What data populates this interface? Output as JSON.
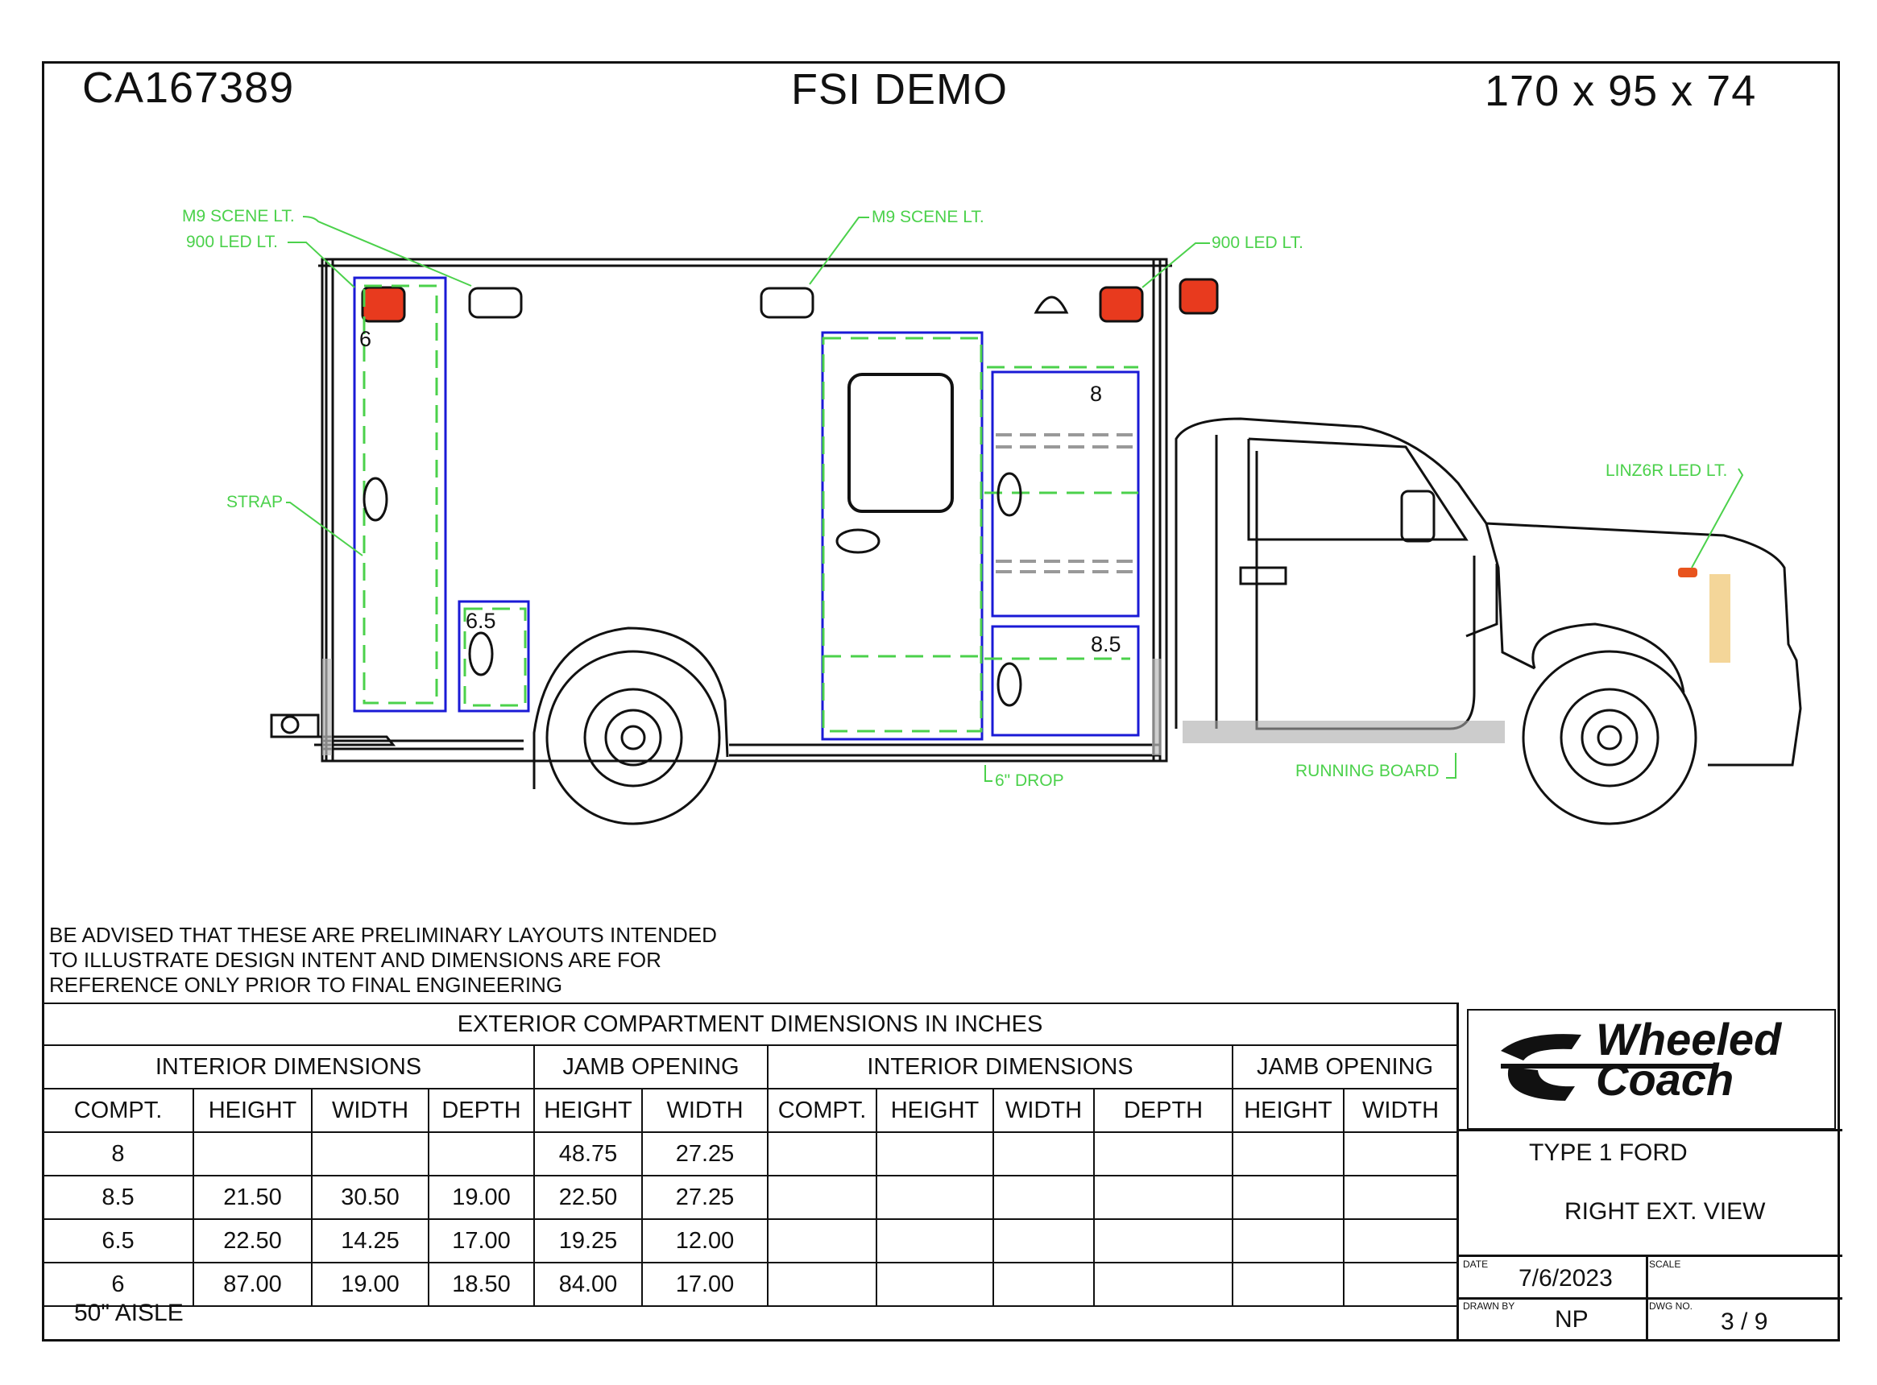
{
  "header": {
    "job_number": "CA167389",
    "customer": "FSI DEMO",
    "body_size": "170 x 95 x 74"
  },
  "callouts": {
    "m9_scene_left": "M9 SCENE LT.",
    "led900_left": "900 LED LT.",
    "m9_scene_mid": "M9 SCENE LT.",
    "led900_right": "900 LED LT.",
    "strap": "STRAP",
    "linz6r": "LINZ6R LED LT.",
    "drop": "6\" DROP",
    "running_board": "RUNNING BOARD"
  },
  "compartment_numbers": {
    "c6": "6",
    "c65": "6.5",
    "c8": "8",
    "c85": "8.5"
  },
  "notice": [
    "BE ADVISED THAT THESE ARE PRELIMINARY LAYOUTS INTENDED",
    "TO ILLUSTRATE DESIGN INTENT AND DIMENSIONS  ARE FOR",
    "REFERENCE ONLY PRIOR TO FINAL ENGINEERING"
  ],
  "table": {
    "title": "EXTERIOR COMPARTMENT DIMENSIONS IN INCHES",
    "group_interior": "INTERIOR DIMENSIONS",
    "group_jamb": "JAMB OPENING",
    "columns": [
      "COMPT.",
      "HEIGHT",
      "WIDTH",
      "DEPTH",
      "HEIGHT",
      "WIDTH",
      "COMPT.",
      "HEIGHT",
      "WIDTH",
      "DEPTH",
      "HEIGHT",
      "WIDTH"
    ],
    "rows": [
      [
        "8",
        "",
        "",
        "",
        "48.75",
        "27.25"
      ],
      [
        "8.5",
        "21.50",
        "30.50",
        "19.00",
        "22.50",
        "27.25"
      ],
      [
        "6.5",
        "22.50",
        "14.25",
        "17.00",
        "19.25",
        "12.00"
      ],
      [
        "6",
        "87.00",
        "19.00",
        "18.50",
        "84.00",
        "17.00"
      ]
    ],
    "footnote": "50\" AISLE"
  },
  "title_block": {
    "logo_line1": "Wheeled",
    "logo_line2": "Coach",
    "type": "TYPE 1 FORD",
    "view": "RIGHT EXT. VIEW",
    "date_label": "DATE",
    "date": "7/6/2023",
    "scale_label": "SCALE",
    "scale": "",
    "drawn_by_label": "DRAWN BY",
    "drawn_by": "NP",
    "dwg_no_label": "DWG NO.",
    "dwg_no": "3 / 9"
  }
}
